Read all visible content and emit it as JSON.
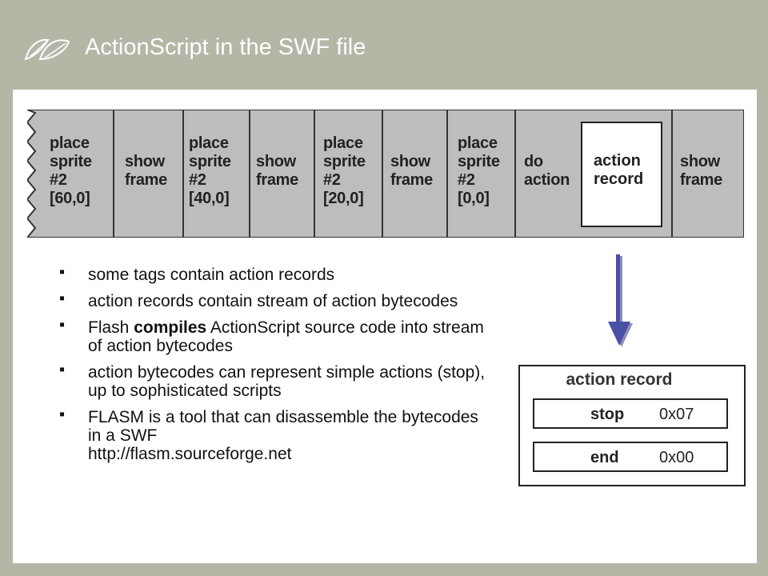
{
  "title": "ActionScript in the SWF file",
  "tags": [
    {
      "lines": [
        "place",
        "sprite",
        "#2",
        "[60,0]"
      ]
    },
    {
      "lines": [
        "show",
        "frame"
      ]
    },
    {
      "lines": [
        "place",
        "sprite",
        "#2",
        "[40,0]"
      ]
    },
    {
      "lines": [
        "show",
        "frame"
      ]
    },
    {
      "lines": [
        "place",
        "sprite",
        "#2",
        "[20,0]"
      ]
    },
    {
      "lines": [
        "show",
        "frame"
      ]
    },
    {
      "lines": [
        "place",
        "sprite",
        "#2",
        "[0,0]"
      ]
    },
    {
      "lines": [
        "do",
        "action"
      ]
    },
    {
      "lines": [
        "show",
        "frame"
      ]
    }
  ],
  "action_record_tag": {
    "line1": "action",
    "line2": "record"
  },
  "bullet_marker": "▪",
  "bullets": [
    {
      "text": "some tags contain action records"
    },
    {
      "text": "action records contain stream of action bytecodes"
    },
    {
      "pre": "Flash ",
      "bold": "compiles",
      "post": " ActionScript source code into stream of action bytecodes"
    },
    {
      "text": "action bytecodes can represent simple actions (stop), up to sophisticated scripts"
    },
    {
      "text": "FLASM is a tool that can disassemble the bytecodes in a SWF",
      "url": "http://flasm.sourceforge.net"
    }
  ],
  "record_panel": {
    "title": "action record",
    "rows": [
      {
        "name": "stop",
        "value": "0x07"
      },
      {
        "name": "end",
        "value": "0x00"
      }
    ]
  },
  "colors": {
    "background": "#b4b7a6",
    "tag_fill": "#bdbdbd",
    "arrow": "#4a4fa6"
  }
}
